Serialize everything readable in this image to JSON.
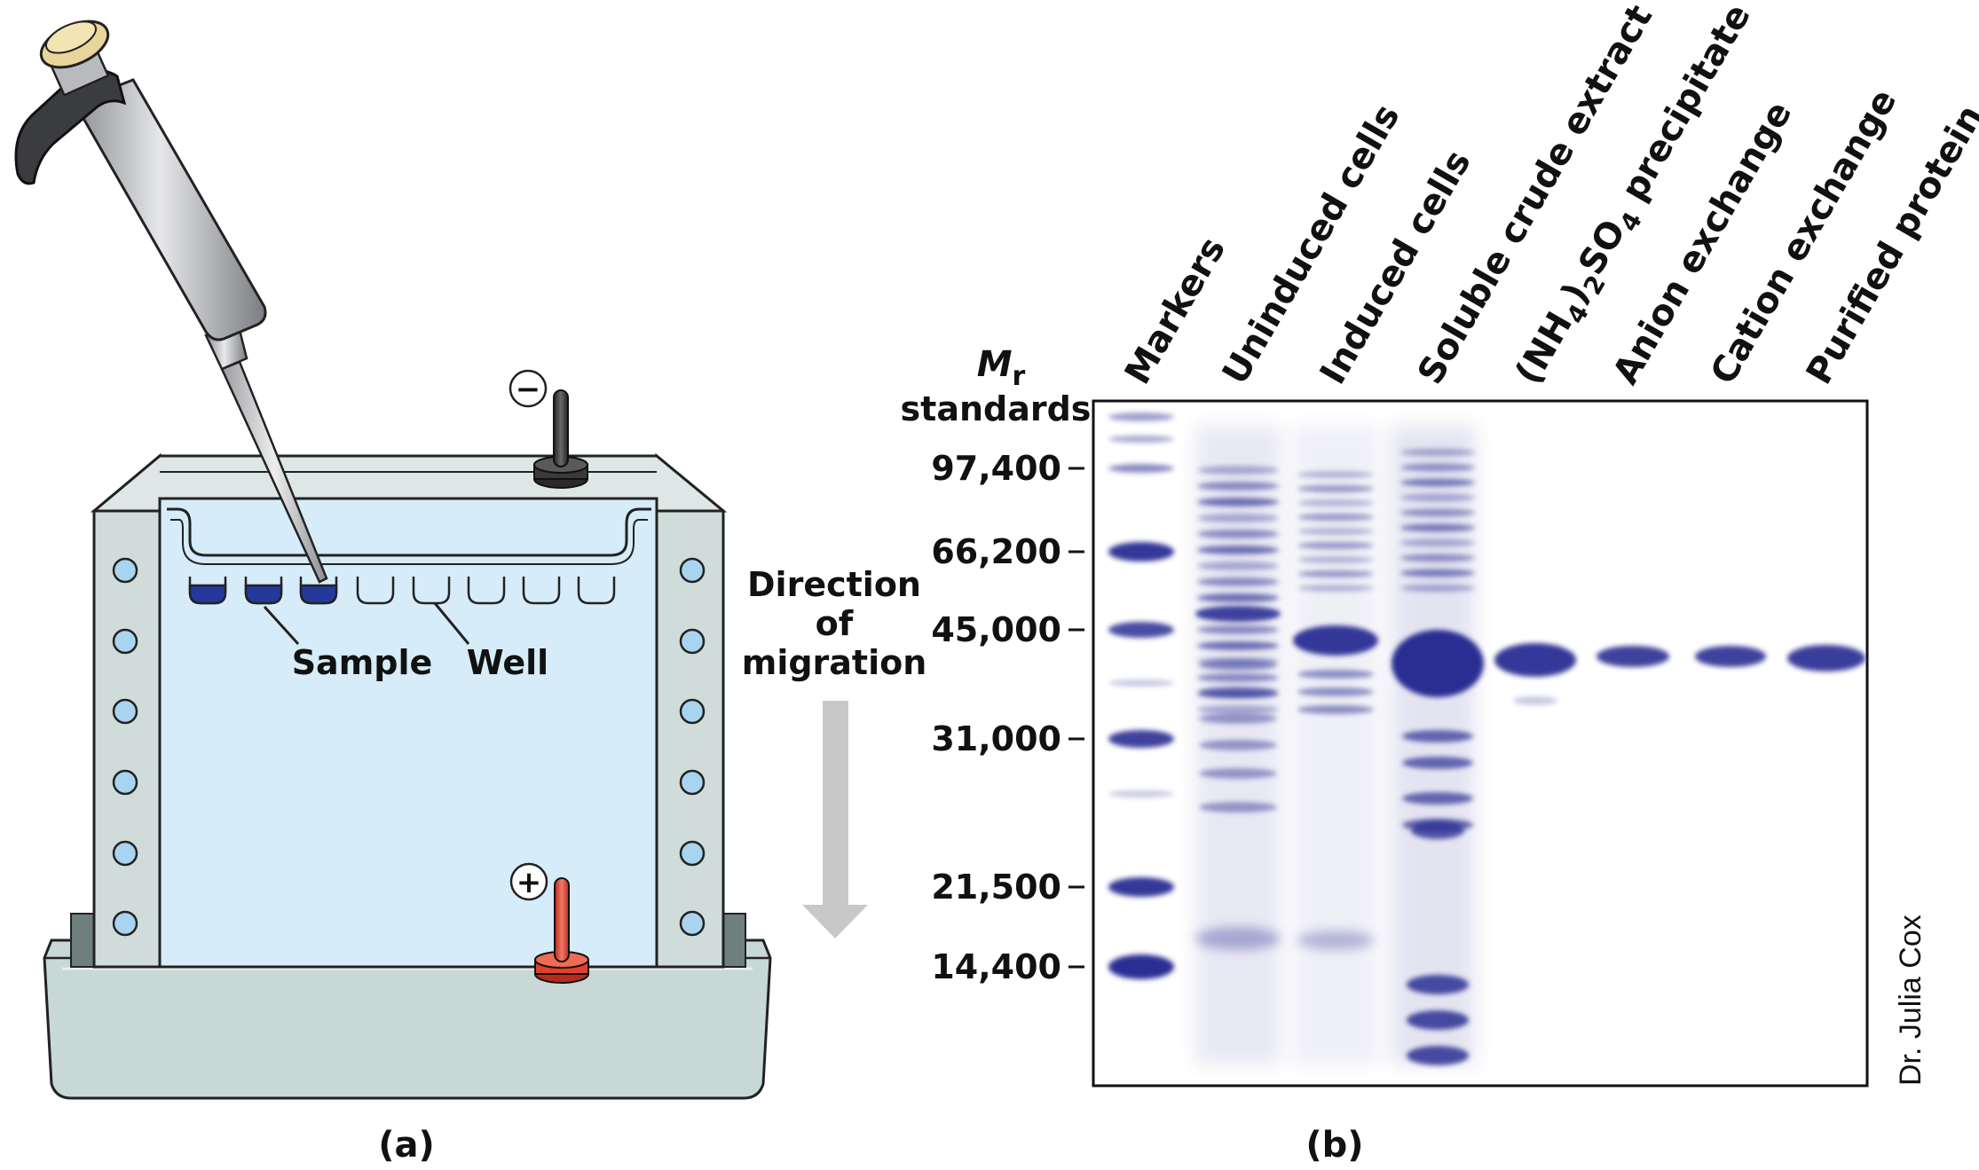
{
  "panel_a": {
    "caption": "(a)",
    "label_sample": "Sample",
    "label_well": "Well",
    "electrode_negative": "−",
    "electrode_positive": "+",
    "direction_line1": "Direction",
    "direction_line2": "of",
    "direction_line3": "migration"
  },
  "panel_b": {
    "caption": "(b)",
    "mr_symbol": "M",
    "mr_subscript": "r",
    "standards_label": "standards",
    "markers": [
      {
        "label": "97,400"
      },
      {
        "label": "66,200"
      },
      {
        "label": "45,000"
      },
      {
        "label": "31,000"
      },
      {
        "label": "21,500"
      },
      {
        "label": "14,400"
      }
    ],
    "lanes": [
      {
        "label": "Markers"
      },
      {
        "label": "Uninduced cells"
      },
      {
        "label": "Induced cells"
      },
      {
        "label": "Soluble crude extract"
      },
      {
        "label_parts": [
          "(NH",
          "4",
          ")",
          "2",
          "SO",
          "4",
          " precipitate"
        ]
      },
      {
        "label": "Anion exchange"
      },
      {
        "label": "Cation exchange"
      },
      {
        "label": "Purified protein"
      }
    ],
    "credit": "Dr. Julia Cox"
  },
  "colors": {
    "buffer": "#d6ecf8",
    "frame": "#cfdcda",
    "gel_dye": "#2b2f93",
    "negative_electrode": "#3a3a3a",
    "positive_electrode": "#e0402c",
    "arrow": "#c8c8c8"
  }
}
